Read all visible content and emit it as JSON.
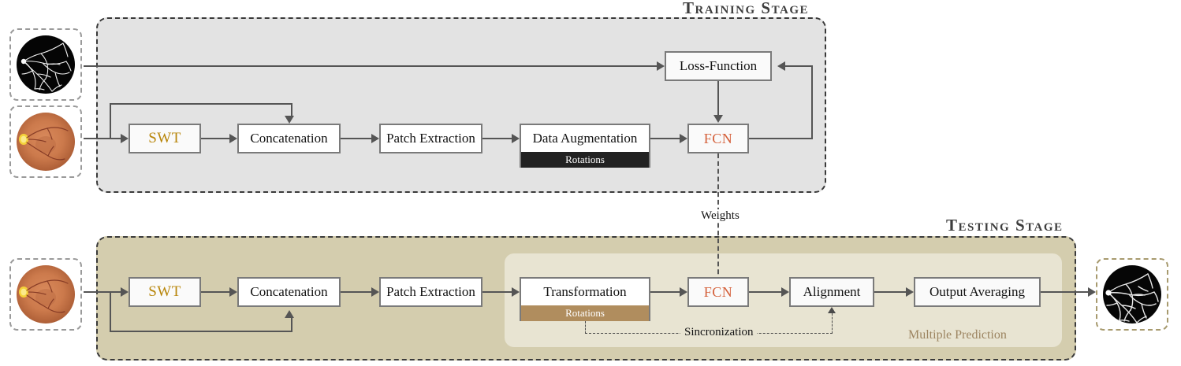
{
  "diagram": {
    "title": "Retinal vessel segmentation pipeline",
    "colors": {
      "training_bg": "#e3e3e3",
      "testing_bg": "#d4cdae",
      "multiple_prediction_bg": "#e8e4d2",
      "swt_text": "#b8860b",
      "fcn_text": "#d4603a",
      "rotations_training_strip": "#222222",
      "rotations_testing_strip": "#b08d5e",
      "multiple_prediction_text": "#9c8460",
      "box_border": "#7a7a7a",
      "connector": "#555555"
    }
  },
  "training": {
    "title": "Training Stage",
    "input_image_label": "retina-fundus-image",
    "groundtruth_image_label": "vessel-groundtruth-image",
    "nodes": {
      "swt": "SWT",
      "concatenation": "Concatenation",
      "patch_extraction": "Patch Extraction",
      "data_augmentation": "Data Augmentation",
      "data_augmentation_strip": "Rotations",
      "fcn": "FCN",
      "loss_function": "Loss-Function"
    }
  },
  "weights": {
    "label": "Weights"
  },
  "testing": {
    "title": "Testing Stage",
    "input_image_label": "retina-fundus-image",
    "output_image_label": "vessel-segmentation-output-image",
    "panel_label": "Multiple Prediction",
    "sincronization_label": "Sincronization",
    "nodes": {
      "swt": "SWT",
      "concatenation": "Concatenation",
      "patch_extraction": "Patch Extraction",
      "transformation": "Transformation",
      "transformation_strip": "Rotations",
      "fcn": "FCN",
      "alignment": "Alignment",
      "output_averaging": "Output Averaging"
    }
  }
}
